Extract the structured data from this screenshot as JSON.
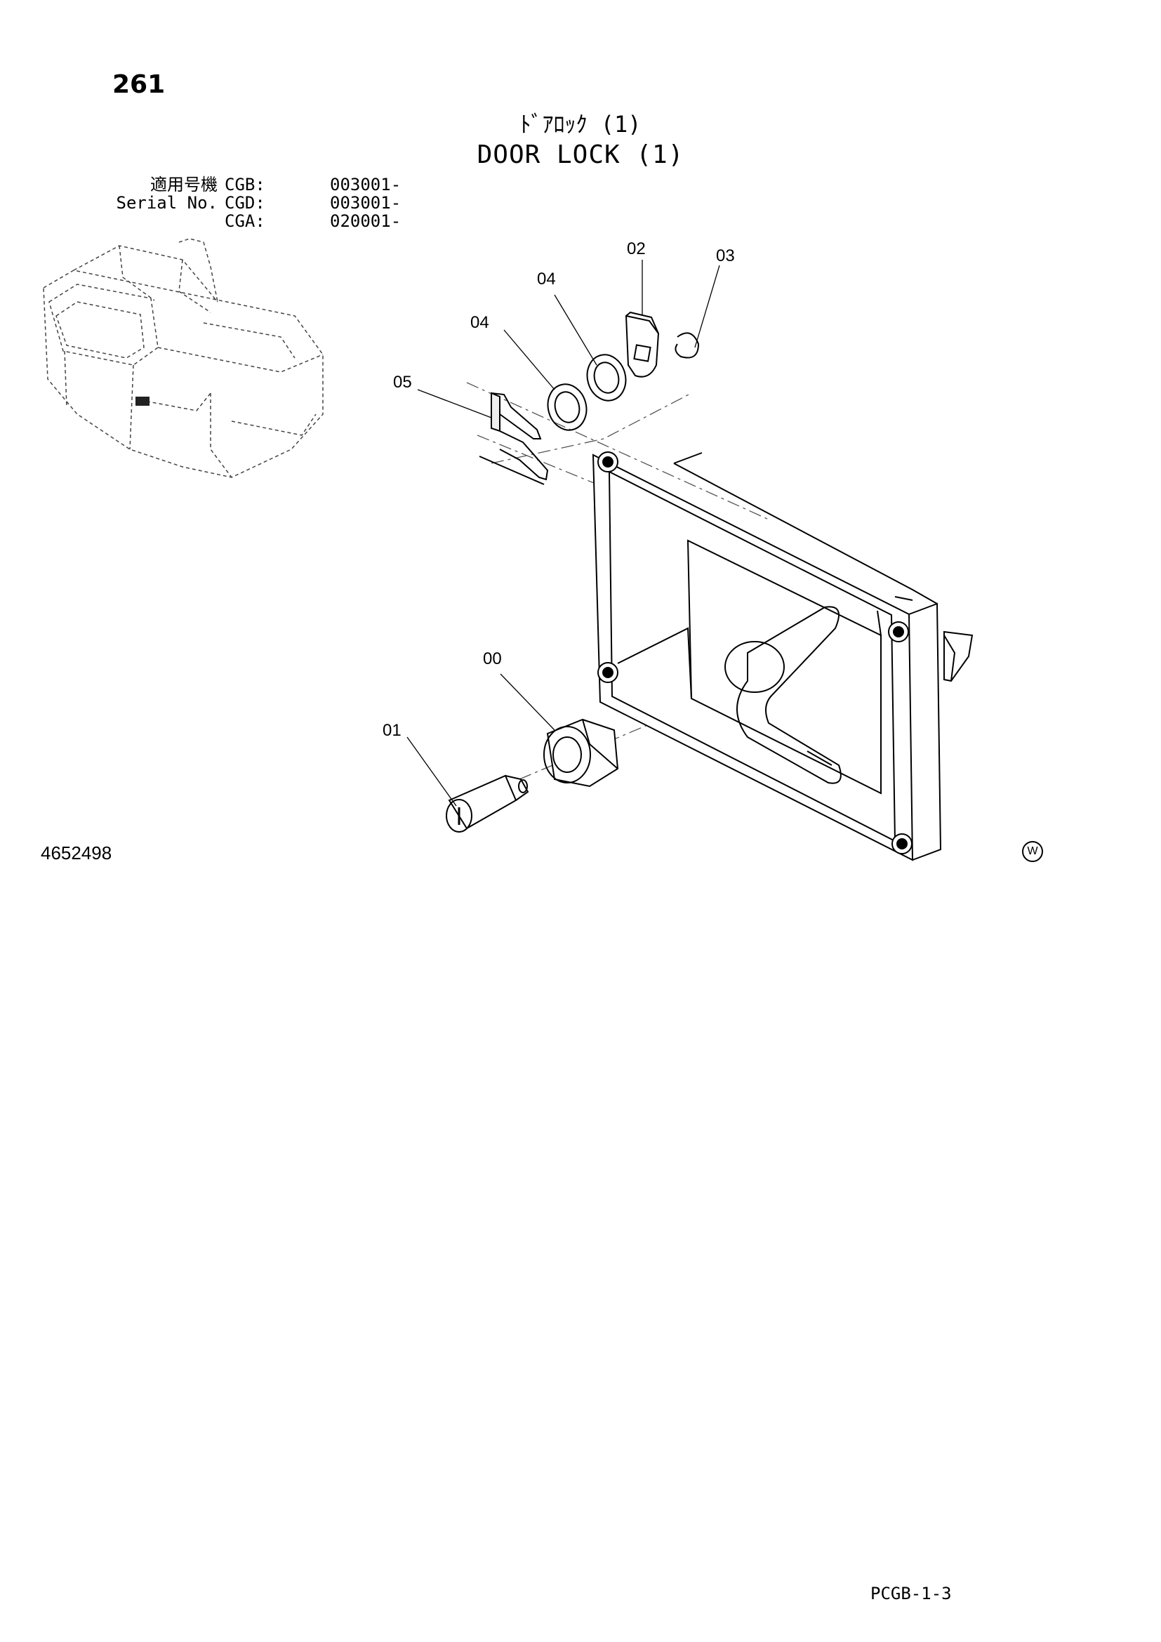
{
  "header": {
    "page_number": "261",
    "title_jp": "ﾄﾞｱﾛｯｸ (1)",
    "title_en": "DOOR LOCK (1)"
  },
  "serial_info": {
    "label_jp": "適用号機",
    "label_en": "Serial No.",
    "models": [
      {
        "code": "CGB:",
        "serial": "003001-"
      },
      {
        "code": "CGD:",
        "serial": "003001-"
      },
      {
        "code": "CGA:",
        "serial": "020001-"
      }
    ]
  },
  "callouts": {
    "c00": "00",
    "c01": "01",
    "c02": "02",
    "c03": "03",
    "c04a": "04",
    "c04b": "04",
    "c05": "05"
  },
  "footer": {
    "drawing_number": "4652498",
    "mark": "W",
    "page_code": "PCGB-1-3"
  }
}
